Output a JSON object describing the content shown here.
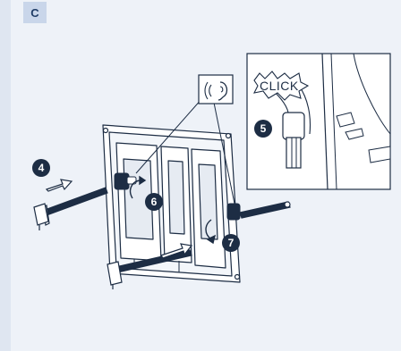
{
  "section": {
    "label": "C"
  },
  "callout": {
    "click_text": "CLICK"
  },
  "steps": [
    {
      "number": "4"
    },
    {
      "number": "5"
    },
    {
      "number": "6"
    },
    {
      "number": "7"
    }
  ],
  "icons": {
    "listen": "ear-sound-icon"
  },
  "colors": {
    "background": "#eef2f8",
    "badge": "#c9d6ea",
    "line": "#1d2d44",
    "bubble": "#1d2d44",
    "panel": "#ffffff",
    "arrow_fill": "#ffffff"
  }
}
